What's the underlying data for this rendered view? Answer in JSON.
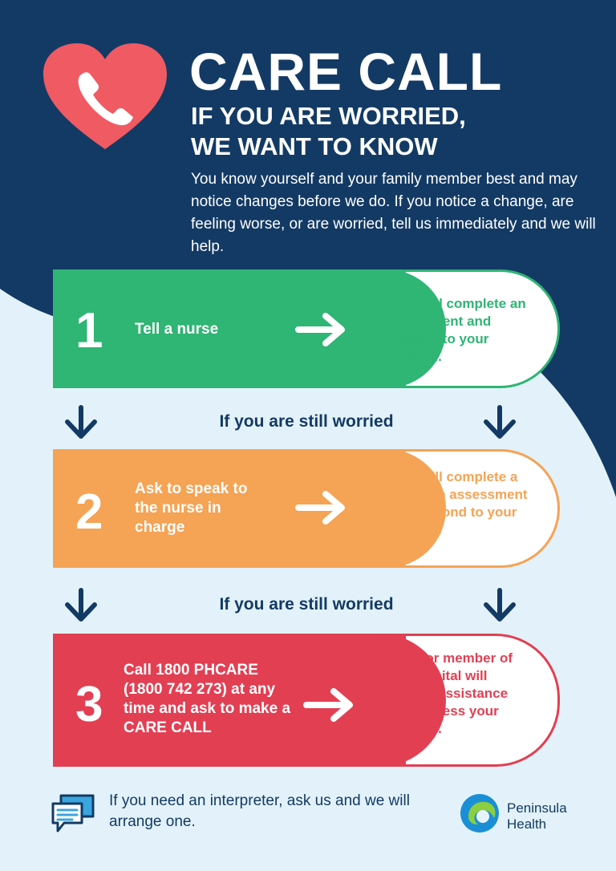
{
  "colors": {
    "navy": "#133a64",
    "light_blue": "#e3f2fa",
    "green": "#2fb574",
    "orange": "#f5a354",
    "red": "#e23f53",
    "heart": "#f05a63"
  },
  "header": {
    "icon": "heart-phone-icon",
    "title": "CARE CALL",
    "subtitle_line1": "IF YOU ARE WORRIED,",
    "subtitle_line2": "WE WANT TO KNOW",
    "intro": "You know yourself and your family member best and may notice changes before we do. If you notice a change, are feeling worse, or are worried, tell us immediately and we will help."
  },
  "steps": [
    {
      "number": "1",
      "action": "Tell a nurse",
      "result": "They will complete an assessment and respond to your concern."
    },
    {
      "number": "2",
      "action": "Ask to speak to the nurse in charge",
      "result": "They will complete a follow-up assessment and respond to your concern."
    },
    {
      "number": "3",
      "action": "Call 1800 PHCARE (1800 742 273) at any time and ask to make a CARE CALL",
      "result": "A senior member of the hospital will provide assistance and address your concern."
    }
  ],
  "connectors": [
    {
      "text": "If you are still worried",
      "icon": "down-arrow-icon"
    },
    {
      "text": "If you are still worried",
      "icon": "down-arrow-icon"
    }
  ],
  "footer": {
    "icon": "speech-bubbles-icon",
    "interpreter_text": "If you need an interpreter, ask us and we will arrange one.",
    "logo_line1": "Peninsula",
    "logo_line2": "Health"
  }
}
